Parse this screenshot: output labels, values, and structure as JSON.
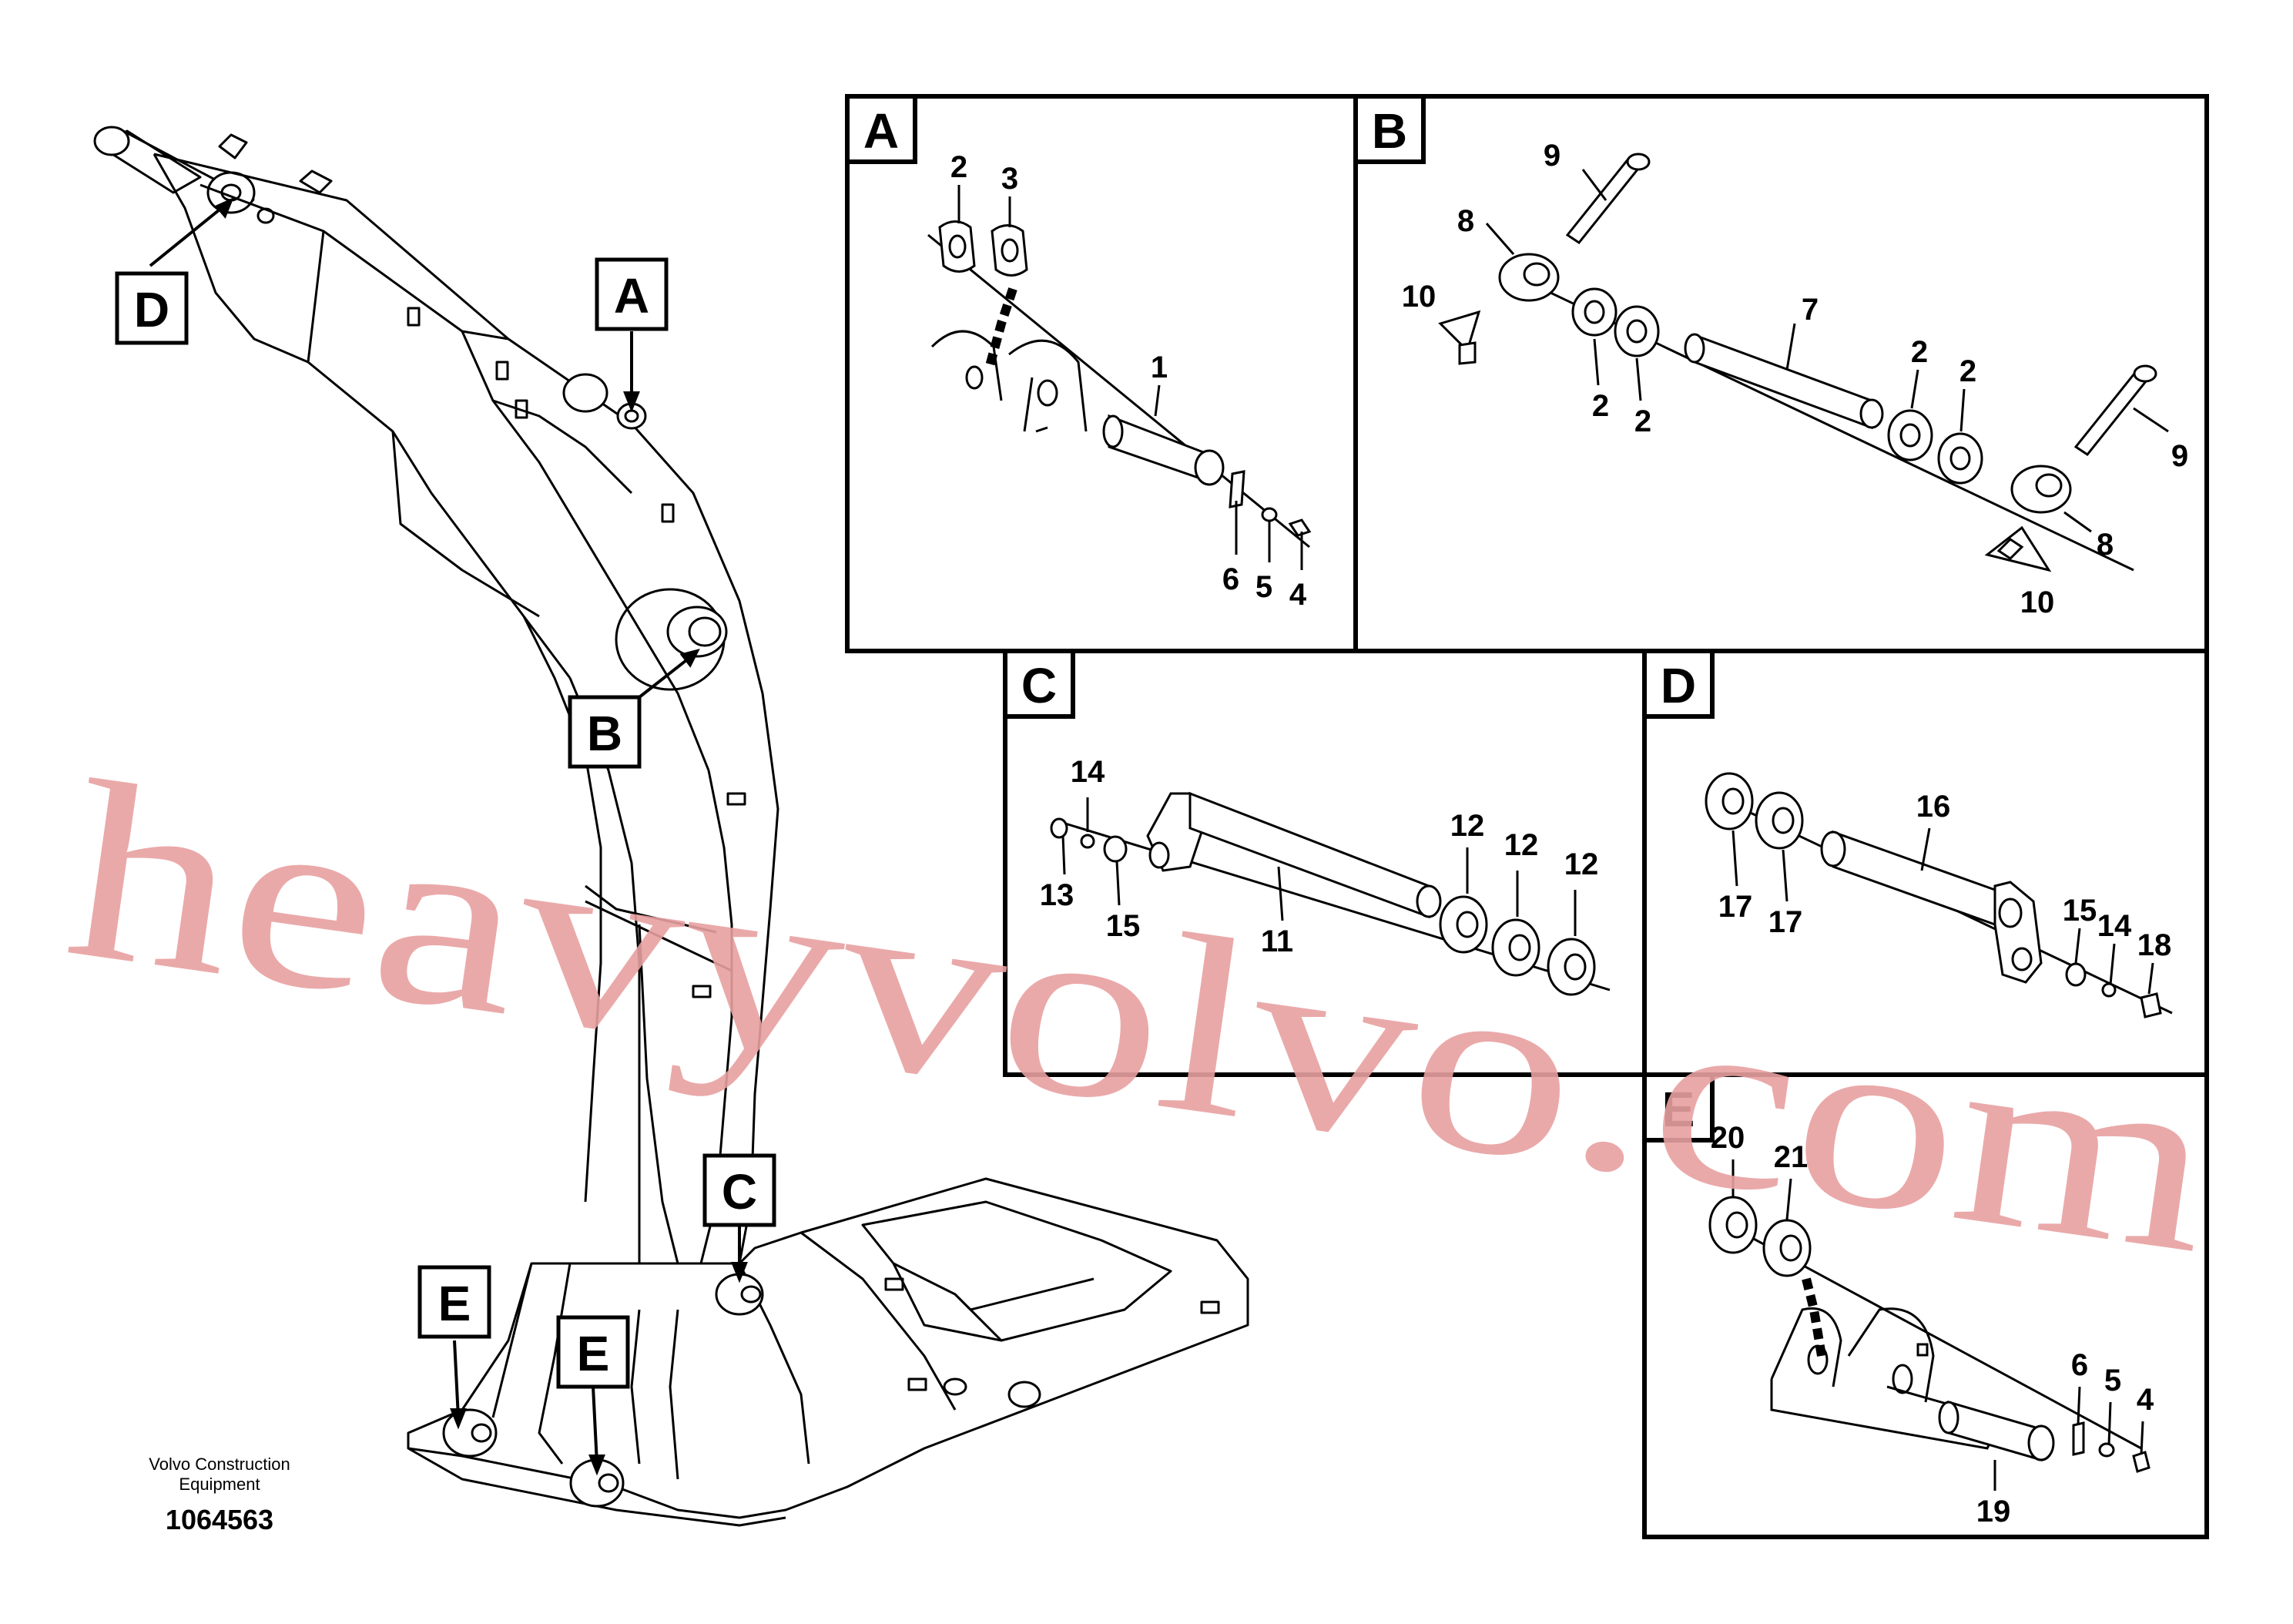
{
  "callouts": [
    "A",
    "B",
    "C",
    "D",
    "E"
  ],
  "main_callouts": [
    {
      "id": "D",
      "label": "D"
    },
    {
      "id": "A",
      "label": "A"
    },
    {
      "id": "B",
      "label": "B"
    },
    {
      "id": "C",
      "label": "C"
    },
    {
      "id": "E1",
      "label": "E"
    },
    {
      "id": "E2",
      "label": "E"
    }
  ],
  "panels": {
    "A": {
      "label": "A",
      "parts": [
        "2",
        "3",
        "1",
        "6",
        "5",
        "4"
      ]
    },
    "B": {
      "label": "B",
      "parts": [
        "9",
        "8",
        "10",
        "2",
        "2",
        "7",
        "2",
        "2",
        "9",
        "8",
        "10"
      ]
    },
    "C": {
      "label": "C",
      "parts": [
        "14",
        "13",
        "15",
        "11",
        "12",
        "12",
        "12"
      ]
    },
    "D": {
      "label": "D",
      "parts": [
        "16",
        "17",
        "17",
        "15",
        "14",
        "18"
      ]
    },
    "E": {
      "label": "E",
      "parts": [
        "20",
        "21",
        "6",
        "5",
        "4",
        "19"
      ]
    }
  },
  "footer": {
    "company_line1": "Volvo Construction",
    "company_line2": "Equipment",
    "drawing_number": "1064563"
  },
  "watermark": "heavyvolvo.com",
  "colors": {
    "line": "#000000",
    "watermark": "#e8a0a0",
    "background": "#ffffff"
  }
}
